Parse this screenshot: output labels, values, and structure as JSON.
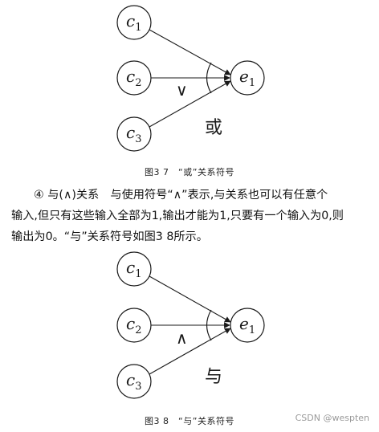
{
  "figure1": {
    "inputs": [
      {
        "base": "c",
        "sub": "1"
      },
      {
        "base": "c",
        "sub": "2"
      },
      {
        "base": "c",
        "sub": "3"
      }
    ],
    "output": {
      "base": "e",
      "sub": "1"
    },
    "symbol": "∨",
    "word": "或",
    "caption": "图3 7　“或”关系符号"
  },
  "paragraph": {
    "line1": "④ 与(∧)关系　与使用符号“∧”表示,与关系也可以有任意个",
    "line2": "输入,但只有这些输入全部为1,输出才能为1,只要有一个输入为0,则",
    "line3": "输出为0。“与”关系符号如图3 8所示。"
  },
  "figure2": {
    "inputs": [
      {
        "base": "c",
        "sub": "1"
      },
      {
        "base": "c",
        "sub": "2"
      },
      {
        "base": "c",
        "sub": "3"
      }
    ],
    "output": {
      "base": "e",
      "sub": "1"
    },
    "symbol": "∧",
    "word": "与",
    "caption": "图3 8　“与”关系符号"
  },
  "watermark": "CSDN @wespten"
}
